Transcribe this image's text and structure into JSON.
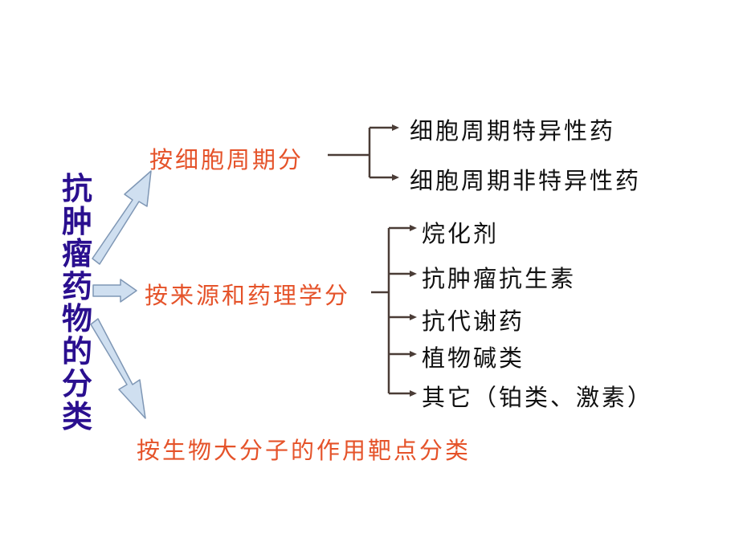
{
  "colors": {
    "root": "#2a0f8f",
    "branch": "#e5532a",
    "leaf": "#111111",
    "connector": "#4a3c36",
    "arrow_fill": "#cfdff0",
    "arrow_stroke": "#7f97b5"
  },
  "root": {
    "label": "抗肿瘤药物的分类"
  },
  "branches": [
    {
      "label": "按细胞周期分",
      "children": [
        "细胞周期特异性药",
        "细胞周期非特异性药"
      ]
    },
    {
      "label": "按来源和药理学分",
      "children": [
        "烷化剂",
        "抗肿瘤抗生素",
        "抗代谢药",
        "植物碱类",
        "其它（铂类、激素）"
      ]
    },
    {
      "label": "按生物大分子的作用靶点分类",
      "children": []
    }
  ]
}
